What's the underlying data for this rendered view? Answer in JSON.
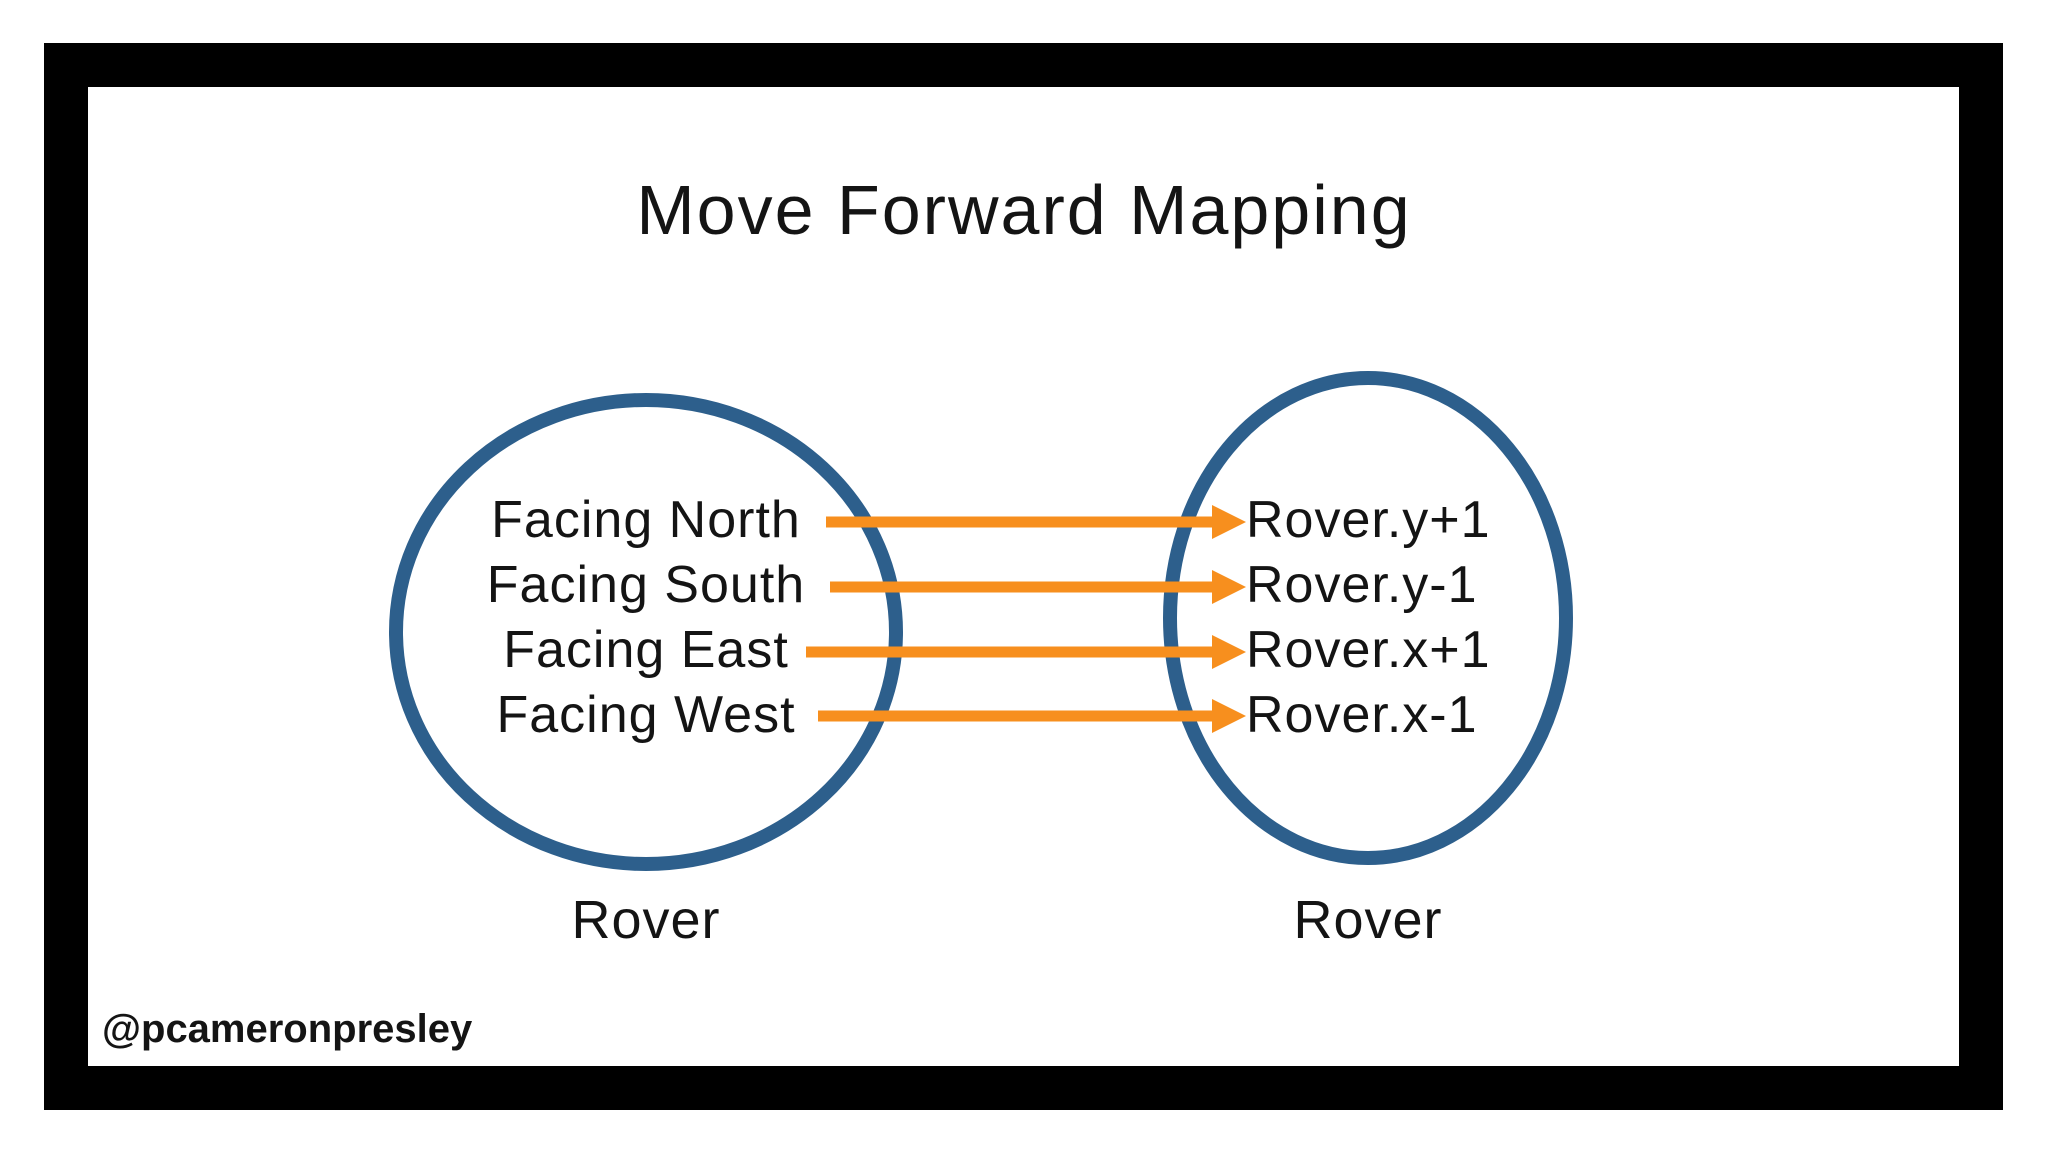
{
  "title": "Move Forward Mapping",
  "credit": "@pcameronpresley",
  "colors": {
    "set_stroke": "#2d5f8c",
    "arrow": "#f78f1e",
    "frame": "#000000",
    "background": "#ffffff",
    "text": "#141414"
  },
  "diagram": {
    "left_set": {
      "label": "Rover",
      "items": [
        "Facing North",
        "Facing South",
        "Facing East",
        "Facing West"
      ]
    },
    "right_set": {
      "label": "Rover",
      "items": [
        "Rover.y+1",
        "Rover.y-1",
        "Rover.x+1",
        "Rover.x-1"
      ]
    },
    "mappings": [
      {
        "from": "Facing North",
        "to": "Rover.y+1"
      },
      {
        "from": "Facing South",
        "to": "Rover.y-1"
      },
      {
        "from": "Facing East",
        "to": "Rover.x+1"
      },
      {
        "from": "Facing West",
        "to": "Rover.x-1"
      }
    ]
  }
}
